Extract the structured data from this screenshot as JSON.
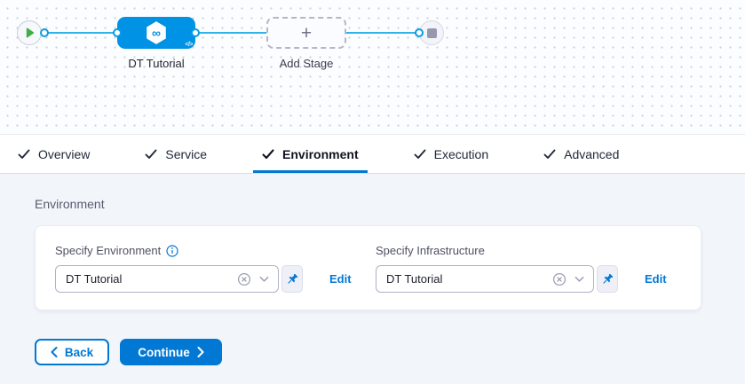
{
  "pipeline": {
    "stage": {
      "label": "DT Tutorial",
      "icon_glyph": "∞",
      "code_badge": "</>"
    },
    "add_stage": {
      "label": "Add Stage",
      "plus_glyph": "+"
    }
  },
  "tabs": [
    {
      "label": "Overview",
      "checked": true,
      "active": false
    },
    {
      "label": "Service",
      "checked": true,
      "active": false
    },
    {
      "label": "Environment",
      "checked": true,
      "active": true
    },
    {
      "label": "Execution",
      "checked": true,
      "active": false
    },
    {
      "label": "Advanced",
      "checked": true,
      "active": false
    }
  ],
  "environment_section": {
    "title": "Environment",
    "fields": [
      {
        "label": "Specify Environment",
        "has_info_icon": true,
        "value": "DT Tutorial",
        "edit": "Edit"
      },
      {
        "label": "Specify Infrastructure",
        "has_info_icon": false,
        "value": "DT Tutorial",
        "edit": "Edit"
      }
    ]
  },
  "footer": {
    "back": "Back",
    "continue": "Continue"
  },
  "icons": {
    "start": "play-triangle",
    "end": "stop-square",
    "check": "✓",
    "clear": "circle-x",
    "dropdown": "chevron-down",
    "pin": "pushpin",
    "info": "info-circle"
  },
  "colors": {
    "primary": "#0278d5",
    "stage_node": "#0092e4",
    "connector_line": "#2fb3e8",
    "play_green": "#3fae49",
    "panel_bg": "#f2f6fb"
  }
}
